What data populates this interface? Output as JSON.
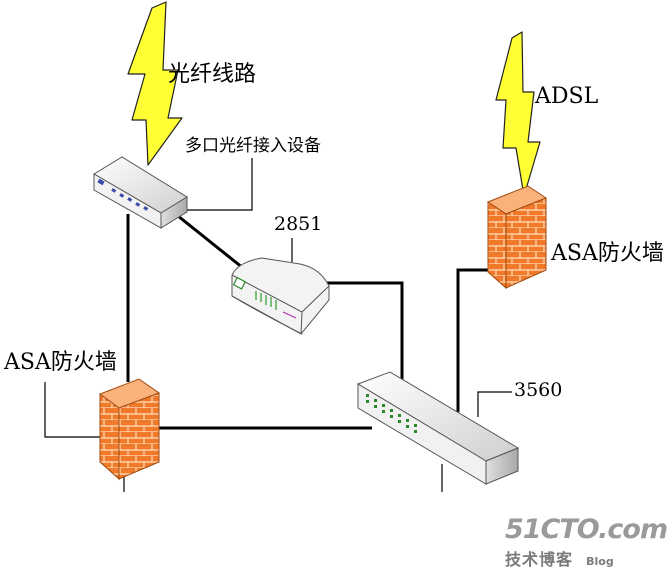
{
  "labels": {
    "fiber_line": "光纤线路",
    "fiber_device": "多口光纤接入设备",
    "router": "2851",
    "adsl": "ADSL",
    "firewall_right": "ASA防火墙",
    "firewall_left": "ASA防火墙",
    "switch": "3560"
  },
  "watermark": {
    "site": "51CTO.com",
    "subtitle": "技术博客",
    "blog": "Blog"
  },
  "colors": {
    "lightning_fill": "#ffff33",
    "firewall_orange": "#f07a2a",
    "device_gray": "#e9e9e9",
    "link_line": "#000000",
    "watermark_gray": "#9a9a9a"
  }
}
